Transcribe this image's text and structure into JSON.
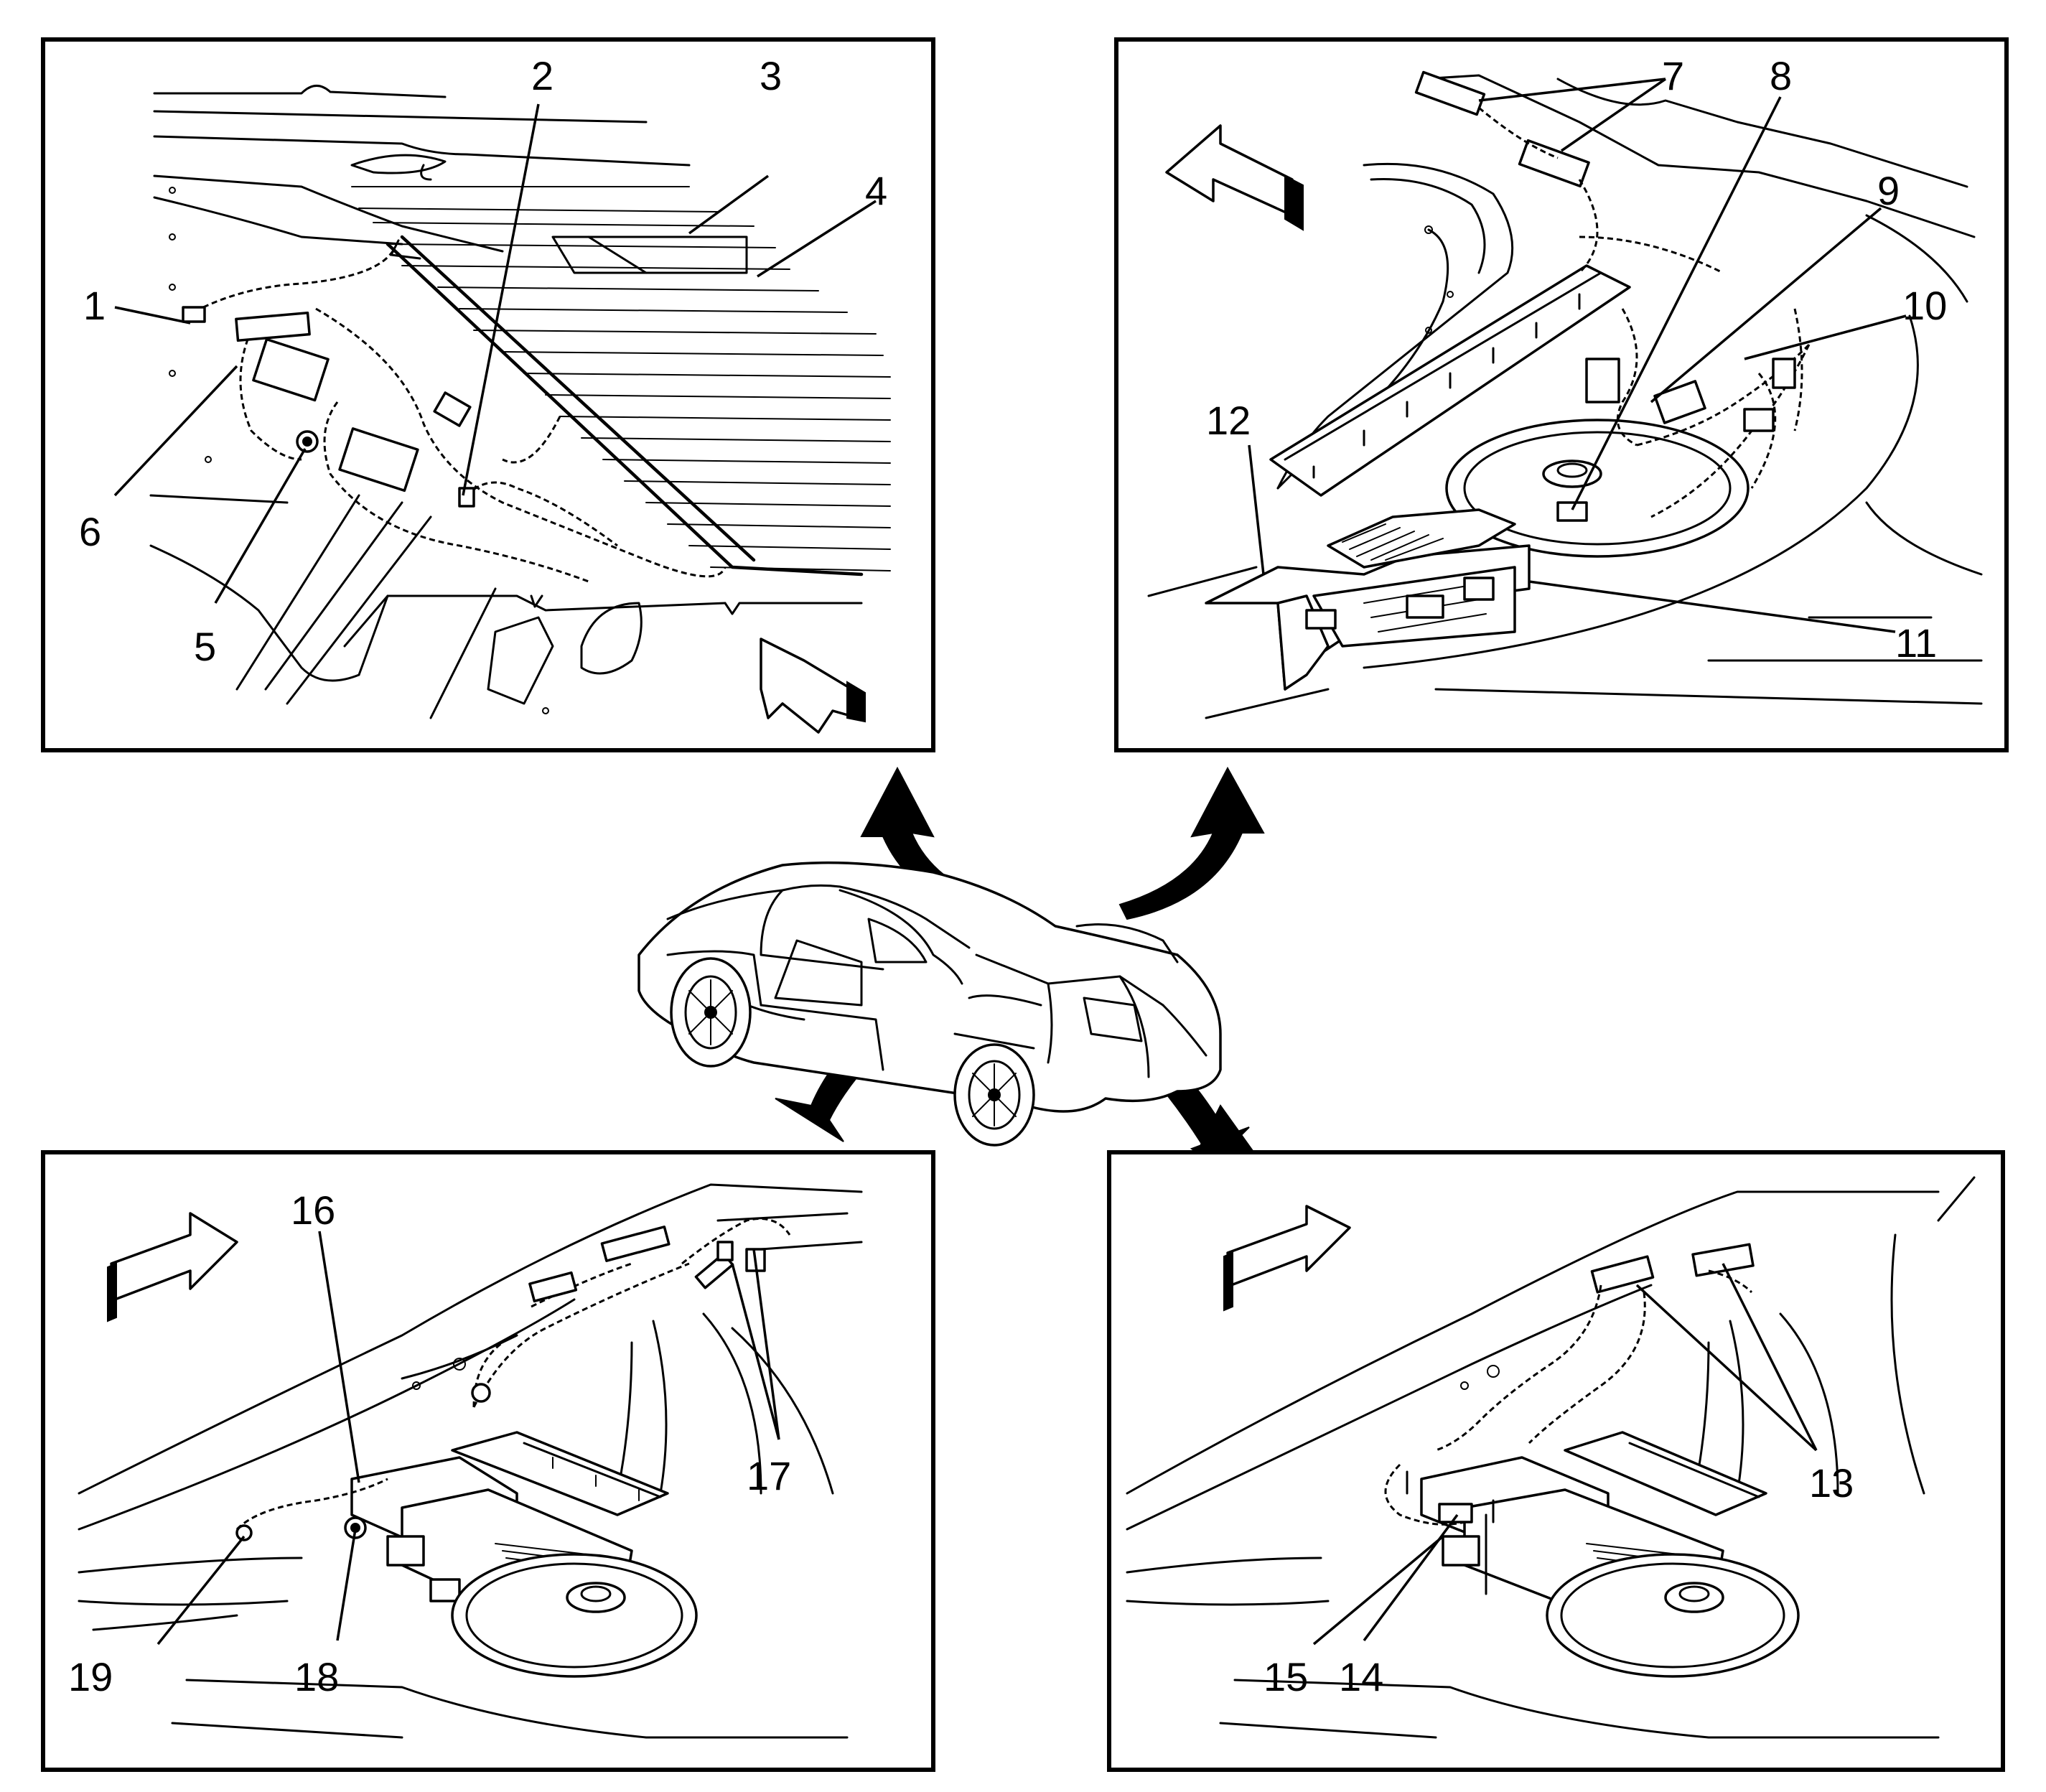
{
  "callouts": {
    "c1": "1",
    "c2": "2",
    "c3": "3",
    "c4": "4",
    "c5": "5",
    "c6": "6",
    "c7": "7",
    "c8": "8",
    "c9": "9",
    "c10": "10",
    "c11": "11",
    "c12": "12",
    "c13": "13",
    "c14": "14",
    "c15": "15",
    "c16": "16",
    "c17": "17",
    "c18": "18",
    "c19": "19"
  },
  "icons": {
    "direction_arrow": "forward-direction-arrow-icon",
    "view_arrow": "curved-view-arrow-icon"
  },
  "colors": {
    "line": "#000000",
    "background": "#ffffff"
  }
}
